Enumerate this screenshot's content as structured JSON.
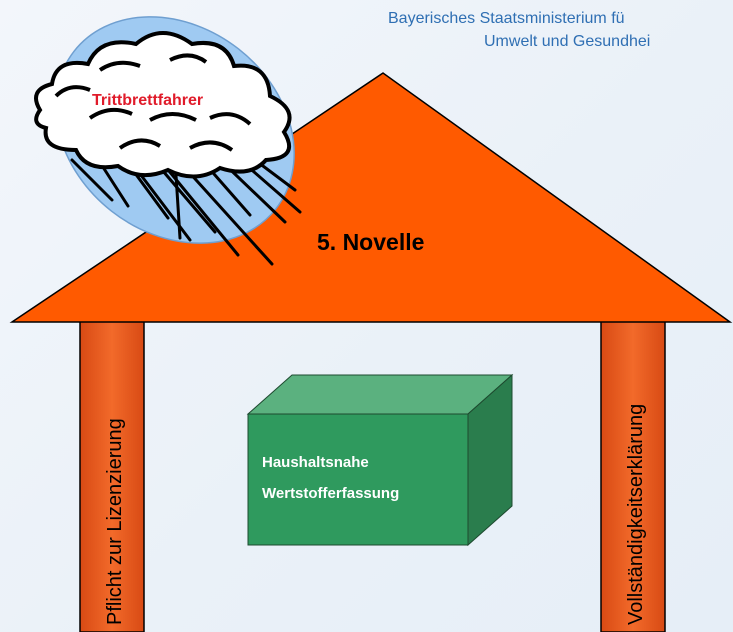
{
  "header": {
    "line1": "Bayerisches Staatsministerium fü",
    "line2": "Umwelt und Gesundhei"
  },
  "cloud": {
    "label": "Trittbrettfahrer"
  },
  "roof": {
    "label": "5. Novelle"
  },
  "pillars": {
    "left": "Pflicht zur Lizenzierung",
    "right": "Vollständigkeitserklärung"
  },
  "box": {
    "line1": "Haushaltsnahe",
    "line2": "Wertstofferfassung"
  },
  "colors": {
    "roof": "#ff5a00",
    "pillar": "#ef5a1c",
    "box_front": "#2f9a5e",
    "box_top": "#5bb17f",
    "box_side": "#2a7d4d",
    "cloud_ellipse": "#9fcaf2",
    "header_text": "#2f6fb3",
    "cloud_text": "#e01b2a"
  }
}
